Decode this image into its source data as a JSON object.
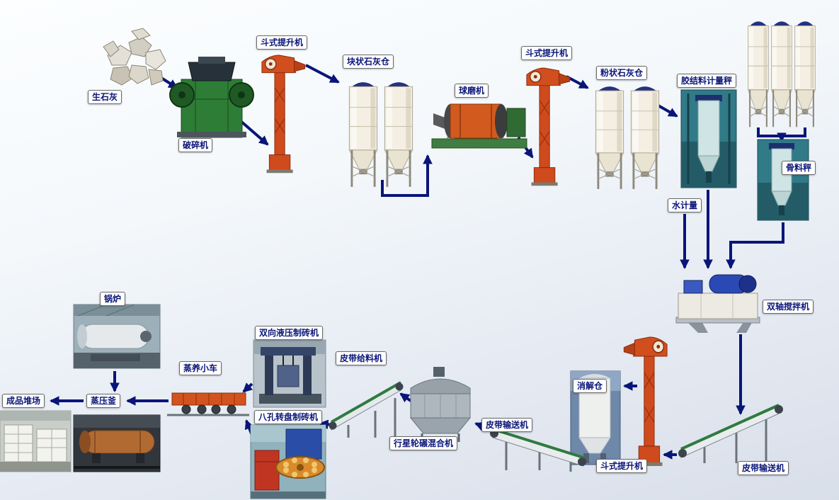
{
  "diagram": {
    "type": "process-flow-diagram",
    "language": "zh-CN",
    "colors": {
      "arrow": "#0a1578",
      "label_text": "#0a1578",
      "label_background": "#ffffff",
      "label_border": "#6a6a6a"
    },
    "labels": {
      "quicklime": "生石灰",
      "crusher": "破碎机",
      "bucket_elevator_1": "斗式提升机",
      "lump_lime_silo": "块状石灰仓",
      "ball_mill": "球磨机",
      "bucket_elevator_2": "斗式提升机",
      "powder_lime_silo": "粉状石灰仓",
      "binder_scale": "胶结料计量秤",
      "aggregate_scale": "骨料秤",
      "water_meter": "水计量",
      "twin_shaft_mixer": "双轴搅拌机",
      "digestion_silo": "消解仓",
      "bucket_elevator_3": "斗式提升机",
      "belt_conveyor_right": "皮带输送机",
      "belt_conveyor_mid": "皮带输送机",
      "planetary_mixer": "行星轮碾混合机",
      "belt_feeder": "皮带给料机",
      "hydraulic_brick_machine": "双向液压制砖机",
      "rotary_brick_machine": "八孔转盘制砖机",
      "curing_trolley": "蒸养小车",
      "autoclave": "蒸压釜",
      "boiler": "锅炉",
      "product_yard": "成品堆场"
    },
    "connections": [
      {
        "from": "quicklime",
        "to": "crusher"
      },
      {
        "from": "crusher",
        "to": "bucket_elevator_1"
      },
      {
        "from": "bucket_elevator_1",
        "to": "lump_lime_silo"
      },
      {
        "from": "lump_lime_silo",
        "to": "ball_mill"
      },
      {
        "from": "ball_mill",
        "to": "bucket_elevator_2"
      },
      {
        "from": "bucket_elevator_2",
        "to": "powder_lime_silo"
      },
      {
        "from": "powder_lime_silo",
        "to": "binder_scale"
      },
      {
        "from": "storage_silos",
        "to": "aggregate_scale"
      },
      {
        "from": "binder_scale",
        "to": "twin_shaft_mixer"
      },
      {
        "from": "water_meter",
        "to": "twin_shaft_mixer"
      },
      {
        "from": "aggregate_scale",
        "to": "twin_shaft_mixer"
      },
      {
        "from": "twin_shaft_mixer",
        "to": "belt_conveyor_right"
      },
      {
        "from": "belt_conveyor_right",
        "to": "bucket_elevator_3"
      },
      {
        "from": "bucket_elevator_3",
        "to": "digestion_silo"
      },
      {
        "from": "digestion_silo",
        "to": "belt_conveyor_mid"
      },
      {
        "from": "belt_conveyor_mid",
        "to": "planetary_mixer"
      },
      {
        "from": "planetary_mixer",
        "to": "belt_feeder"
      },
      {
        "from": "belt_feeder",
        "to": "hydraulic_brick_machine"
      },
      {
        "from": "belt_feeder",
        "to": "rotary_brick_machine"
      },
      {
        "from": "hydraulic_brick_machine",
        "to": "curing_trolley"
      },
      {
        "from": "rotary_brick_machine",
        "to": "curing_trolley"
      },
      {
        "from": "curing_trolley",
        "to": "autoclave"
      },
      {
        "from": "boiler",
        "to": "autoclave"
      },
      {
        "from": "autoclave",
        "to": "product_yard"
      }
    ]
  }
}
